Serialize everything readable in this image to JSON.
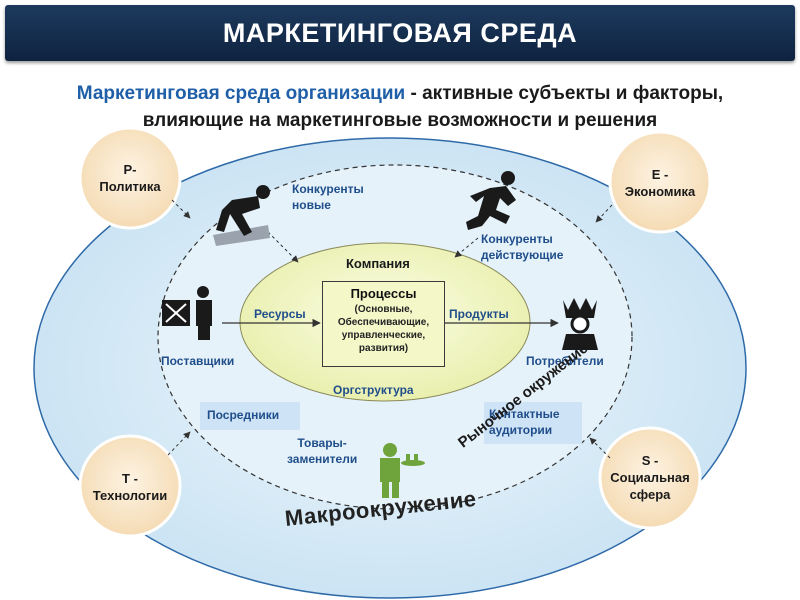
{
  "title": "МАРКЕТИНГОВАЯ СРЕДА",
  "subtitle": {
    "highlight": "Маркетинговая среда организации",
    "line1_rest": " - активные субъекты и факторы,",
    "line2": "влияющие на маркетинговые возможности и решения"
  },
  "pest": {
    "p": {
      "line1": "P-",
      "line2": "Политика"
    },
    "e": {
      "line1": "E -",
      "line2": "Экономика"
    },
    "t": {
      "line1": "T -",
      "line2": "Технологии"
    },
    "s": {
      "line1": "S -",
      "line2": "Социальная",
      "line3": "сфера"
    }
  },
  "company": {
    "title": "Компания",
    "processes_title": "Процессы",
    "processes_detail": [
      "(Основные,",
      "Обеспечивающие,",
      "управленческие,",
      "развития)"
    ],
    "resources": "Ресурсы",
    "products": "Продукты",
    "org_structure": "Оргструктура"
  },
  "micro": {
    "new_competitors": [
      "Конкуренты",
      "новые"
    ],
    "current_competitors": [
      "Конкуренты",
      "действующие"
    ],
    "suppliers": "Поставщики",
    "consumers": "Потребители",
    "intermediaries": "Посредники",
    "contact_audiences": [
      "Контактные",
      "аудитории"
    ],
    "substitutes": [
      "Товары-",
      "заменители"
    ],
    "market_label": "Рыночное окружение"
  },
  "macro_label": "Макроокружение",
  "colors": {
    "title_bar": "#1d3a5e",
    "highlight_text": "#1f5fa8",
    "outer_fill": "#d6ebf7",
    "inner_ellipse_fill": "#f2f6c0",
    "label_blue": "#1f4e8a"
  }
}
